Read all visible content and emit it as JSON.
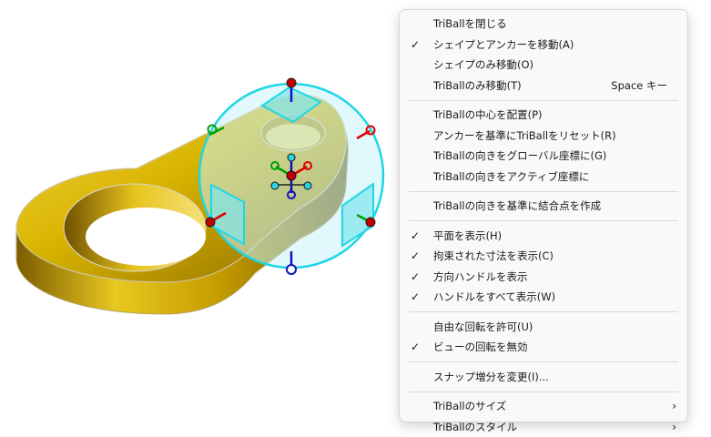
{
  "menu": {
    "groups": [
      [
        {
          "label": "TriBallを閉じる",
          "checked": false
        },
        {
          "label": "シェイプとアンカーを移動(A)",
          "checked": true
        },
        {
          "label": "シェイプのみ移動(O)",
          "checked": false
        },
        {
          "label": "TriBallのみ移動(T)",
          "checked": false,
          "shortcut": "Space キー"
        }
      ],
      [
        {
          "label": "TriBallの中心を配置(P)",
          "checked": false
        },
        {
          "label": "アンカーを基準にTriBallをリセット(R)",
          "checked": false
        },
        {
          "label": "TriBallの向きをグローバル座標に(G)",
          "checked": false
        },
        {
          "label": "TriBallの向きをアクティブ座標に",
          "checked": false
        }
      ],
      [
        {
          "label": "TriBallの向きを基準に結合点を作成",
          "checked": false
        }
      ],
      [
        {
          "label": "平面を表示(H)",
          "checked": true
        },
        {
          "label": "拘束された寸法を表示(C)",
          "checked": true
        },
        {
          "label": "方向ハンドルを表示",
          "checked": true
        },
        {
          "label": "ハンドルをすべて表示(W)",
          "checked": true
        }
      ],
      [
        {
          "label": "自由な回転を許可(U)",
          "checked": false
        },
        {
          "label": "ビューの回転を無効",
          "checked": true
        }
      ],
      [
        {
          "label": "スナップ増分を変更(I)...",
          "checked": false
        }
      ],
      [
        {
          "label": "TriBallのサイズ",
          "checked": false,
          "submenu": true
        },
        {
          "label": "TriBallのスタイル",
          "checked": false,
          "submenu": true
        }
      ]
    ]
  },
  "icons": {
    "check": "checkmark-icon",
    "submenu": "chevron-right-icon"
  },
  "glyphs": {
    "check": "✓",
    "submenu": "›"
  },
  "colors": {
    "part_gold": "#d8b300",
    "triball_fill": "#c8f4fa",
    "triball_stroke": "#1fd6e6",
    "handle_red": "#c00000",
    "axis_blue": "#1010c0",
    "axis_green": "#00a000",
    "axis_red": "#e00000"
  }
}
